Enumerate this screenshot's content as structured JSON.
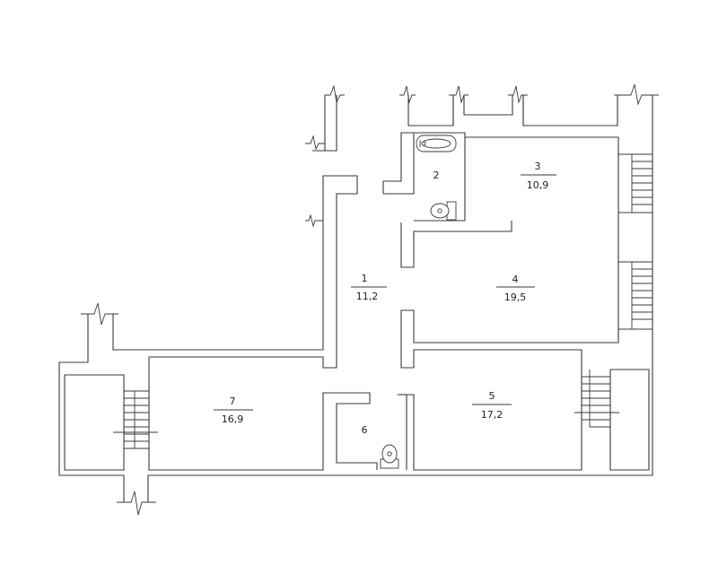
{
  "rooms": [
    {
      "number": "1",
      "area": "11,2"
    },
    {
      "number": "2",
      "area": ""
    },
    {
      "number": "3",
      "area": "10,9"
    },
    {
      "number": "4",
      "area": "19,5"
    },
    {
      "number": "5",
      "area": "17,2"
    },
    {
      "number": "6",
      "area": ""
    },
    {
      "number": "7",
      "area": "16,9"
    }
  ],
  "fixtures": [
    {
      "room": "2",
      "type": "bathtub-icon"
    },
    {
      "room": "2",
      "type": "toilet-icon"
    },
    {
      "room": "6",
      "type": "toilet-icon"
    }
  ]
}
